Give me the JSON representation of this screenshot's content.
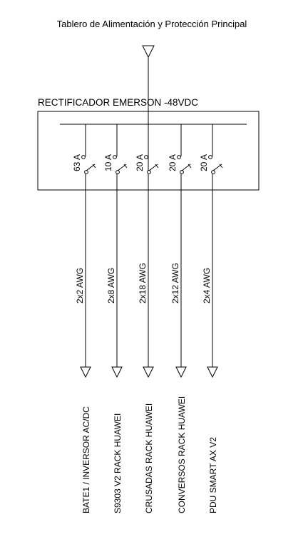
{
  "title": "Tablero de Alimentación y Protección Principal",
  "rectifier_label": "RECTIFICADOR  EMERSON -48VDC",
  "circuits": [
    {
      "breaker": "63 A",
      "cable": "2x2 AWG",
      "load": "BATE1 / INVERSOR AC/DC"
    },
    {
      "breaker": "10 A",
      "cable": "2x8 AWG",
      "load": "S9303 V2 RACK HUAWEI"
    },
    {
      "breaker": "20 A",
      "cable": "2x18 AWG",
      "load": "CRUSADAS RACK HUAWEI"
    },
    {
      "breaker": "20 A",
      "cable": "2x12 AWG",
      "load": "CONVERSOS RACK HUAWEI"
    },
    {
      "breaker": "20 A",
      "cable": "2x4 AWG",
      "load": "PDU SMART AX V2"
    }
  ]
}
